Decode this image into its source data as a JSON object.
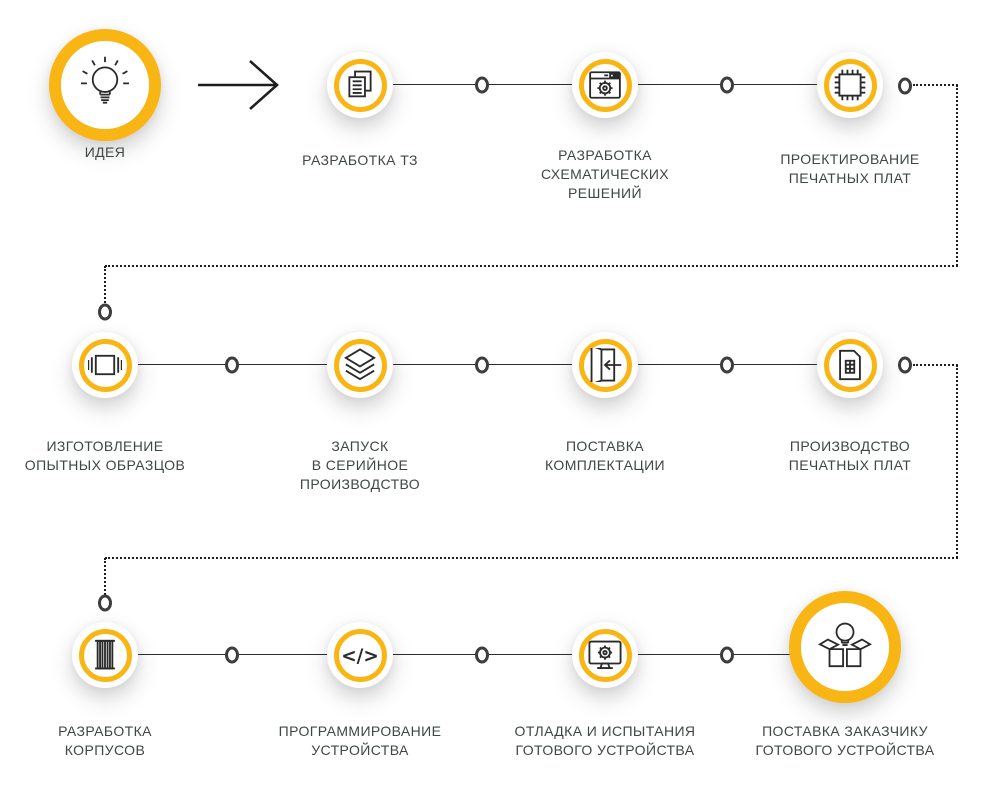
{
  "colors": {
    "accent_yellow": "#F9B513",
    "line_dark": "#2B2B2B",
    "node_ring_gray": "#3D3D3D",
    "text_gray": "#3F4743",
    "background": "#FFFFFF"
  },
  "icons": {
    "code_glyph": "</>"
  },
  "steps": [
    {
      "id": "idea",
      "icon": "lightbulb-rays-icon",
      "size": "large",
      "lines": [
        "ИДЕЯ"
      ]
    },
    {
      "id": "spec",
      "icon": "documents-icon",
      "size": "small",
      "lines": [
        "РАЗРАБОТКА ТЗ"
      ]
    },
    {
      "id": "schematic",
      "icon": "window-gear-icon",
      "size": "small",
      "lines": [
        "РАЗРАБОТКА",
        "СХЕМАТИЧЕСКИХ",
        "РЕШЕНИЙ"
      ]
    },
    {
      "id": "pcb_design",
      "icon": "chip-icon",
      "size": "small",
      "lines": [
        "ПРОЕКТИРОВАНИЕ",
        "ПЕЧАТНЫХ ПЛАТ"
      ]
    },
    {
      "id": "prototypes",
      "icon": "prototype-vibration-icon",
      "size": "small",
      "lines": [
        "ИЗГОТОВЛЕНИЕ",
        "ОПЫТНЫХ ОБРАЗЦОВ"
      ]
    },
    {
      "id": "serial_launch",
      "icon": "layers-icon",
      "size": "small",
      "lines": [
        "ЗАПУСК",
        "В СЕРИЙНОЕ",
        "ПРОИЗВОДСТВО"
      ]
    },
    {
      "id": "components",
      "icon": "door-in-arrow-icon",
      "size": "small",
      "lines": [
        "ПОСТАВКА",
        "КОМПЛЕКТАЦИИ"
      ]
    },
    {
      "id": "pcb_production",
      "icon": "sim-card-icon",
      "size": "small",
      "lines": [
        "ПРОИЗВОДСТВО",
        "ПЕЧАТНЫХ ПЛАТ"
      ]
    },
    {
      "id": "enclosures",
      "icon": "enclosure-column-icon",
      "size": "small",
      "lines": [
        "РАЗРАБОТКА",
        "КОРПУСОВ"
      ]
    },
    {
      "id": "programming",
      "icon": "code-icon",
      "size": "small",
      "lines": [
        "ПРОГРАММИРОВАНИЕ",
        "УСТРОЙСТВА"
      ]
    },
    {
      "id": "testing",
      "icon": "monitor-gear-icon",
      "size": "small",
      "lines": [
        "ОТЛАДКА И ИСПЫТАНИЯ",
        "ГОТОВОГО УСТРОЙСТВА"
      ]
    },
    {
      "id": "delivery",
      "icon": "box-lightbulb-icon",
      "size": "large",
      "lines": [
        "ПОСТАВКА ЗАКАЗЧИКУ",
        "ГОТОВОГО УСТРОЙСТВА"
      ]
    }
  ]
}
